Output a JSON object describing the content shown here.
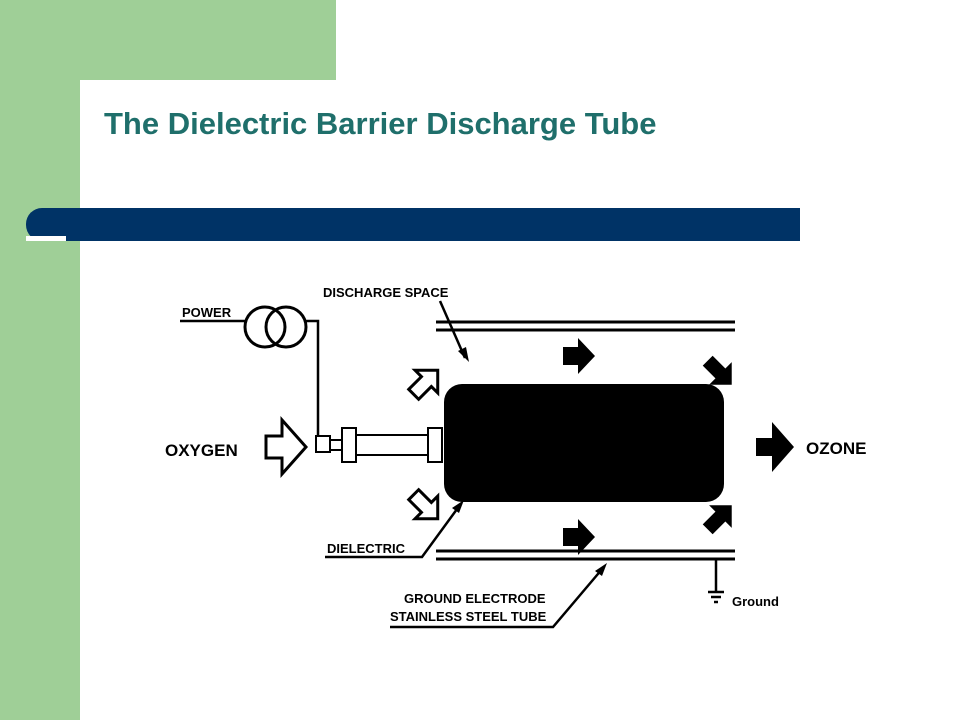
{
  "slide": {
    "title": "The Dielectric Barrier Discharge Tube"
  },
  "diagram": {
    "labels": {
      "power": "POWER",
      "discharge_space": "DISCHARGE SPACE",
      "oxygen": "OXYGEN",
      "ozone": "OZONE",
      "dielectric": "DIELECTRIC",
      "ground_electrode_line1": "GROUND ELECTRODE",
      "ground_electrode_line2": "STAINLESS STEEL TUBE",
      "ground": "Ground"
    }
  },
  "colors": {
    "accent_green": "#9fcf97",
    "title_teal": "#1f6f6b",
    "bar_navy": "#003366"
  }
}
